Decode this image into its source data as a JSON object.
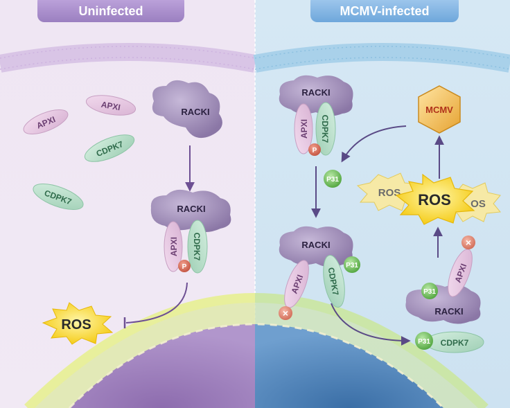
{
  "panels": {
    "left_title": "Uninfected",
    "right_title": "MCMV-infected"
  },
  "labels": {
    "apxi": "APXI",
    "cdpk7": "CDPK7",
    "racki": "RACKI",
    "p": "P",
    "p31": "P31",
    "ros": "ROS",
    "ros_partial_left": "ROS",
    "ros_partial_right": "OS",
    "mcmv": "MCMV",
    "inhibit_mark": "×"
  },
  "colors": {
    "left_bg": "#efe6f2",
    "right_bg": "#d4e7f3",
    "left_tab": "#a98cc9",
    "right_tab": "#7fb2de",
    "apxi": "#e5c5e0",
    "cdpk7": "#b6dcc8",
    "racki": "#9f8cb8",
    "p_red": "#d9705c",
    "p31_green": "#7cc56a",
    "ros_yellow": "#f7d21a",
    "mcmv_orange": "#f2b845",
    "arrow": "#6d4f93"
  }
}
